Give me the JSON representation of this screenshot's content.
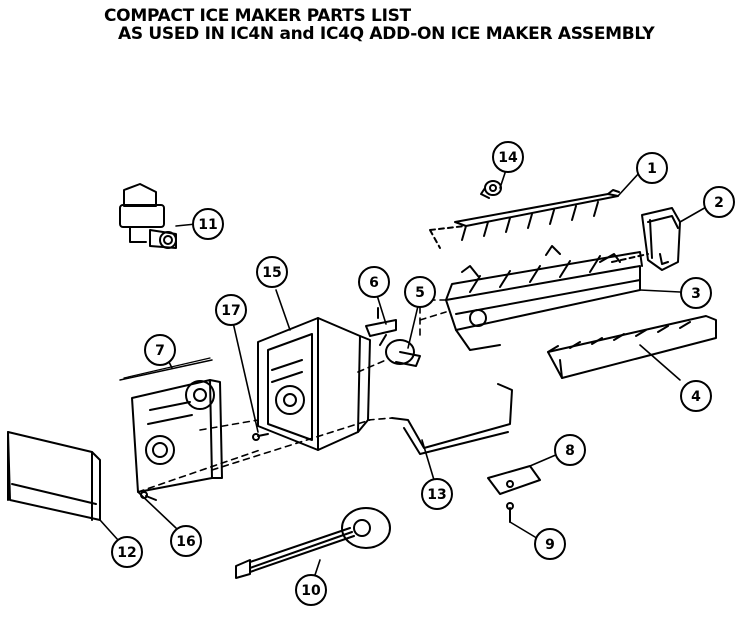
{
  "header": {
    "title_line1": "COMPACT ICE MAKER PARTS LIST",
    "title_line2": "AS USED IN IC4N and IC4Q ADD-ON ICE MAKER ASSEMBLY"
  },
  "callouts": [
    "1",
    "2",
    "3",
    "4",
    "5",
    "6",
    "7",
    "8",
    "9",
    "10",
    "11",
    "12",
    "13",
    "14",
    "15",
    "16",
    "17"
  ]
}
